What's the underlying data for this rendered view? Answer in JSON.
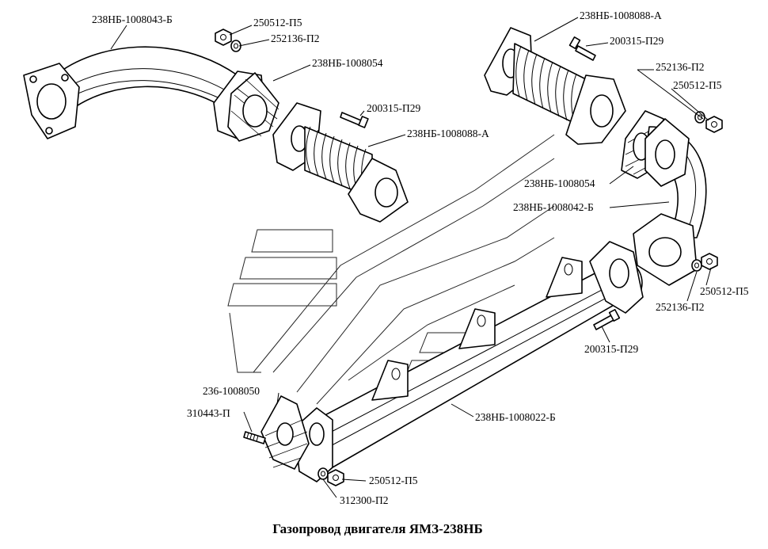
{
  "caption": "Газопровод двигателя ЯМЗ-238НБ",
  "labels": {
    "pipe_left_043b": "238НБ-1008043-Б",
    "nut_top_left": "250512-П5",
    "washer_top_left": "252136-П2",
    "gasket_left_054": "238НБ-1008054",
    "bolt_left_200315": "200315-П29",
    "bellows_left_088a": "238НБ-1008088-А",
    "bellows_right_088a": "238НБ-1008088-А",
    "bolt_right_200315": "200315-П29",
    "washer_right_top": "252136-П2",
    "nut_right_top": "250512-П5",
    "gasket_right_054": "238НБ-1008054",
    "pipe_right_042b": "238НБ-1008042-Б",
    "nut_right_mid": "250512-П5",
    "washer_right_mid": "252136-П2",
    "bolt_manifold_200315": "200315-П29",
    "gasket_236_050": "236-1008050",
    "stud_310443": "310443-П",
    "manifold_022b": "238НБ-1008022-Б",
    "nut_bottom": "250512-П5",
    "washer_bottom_312300": "312300-П2"
  }
}
